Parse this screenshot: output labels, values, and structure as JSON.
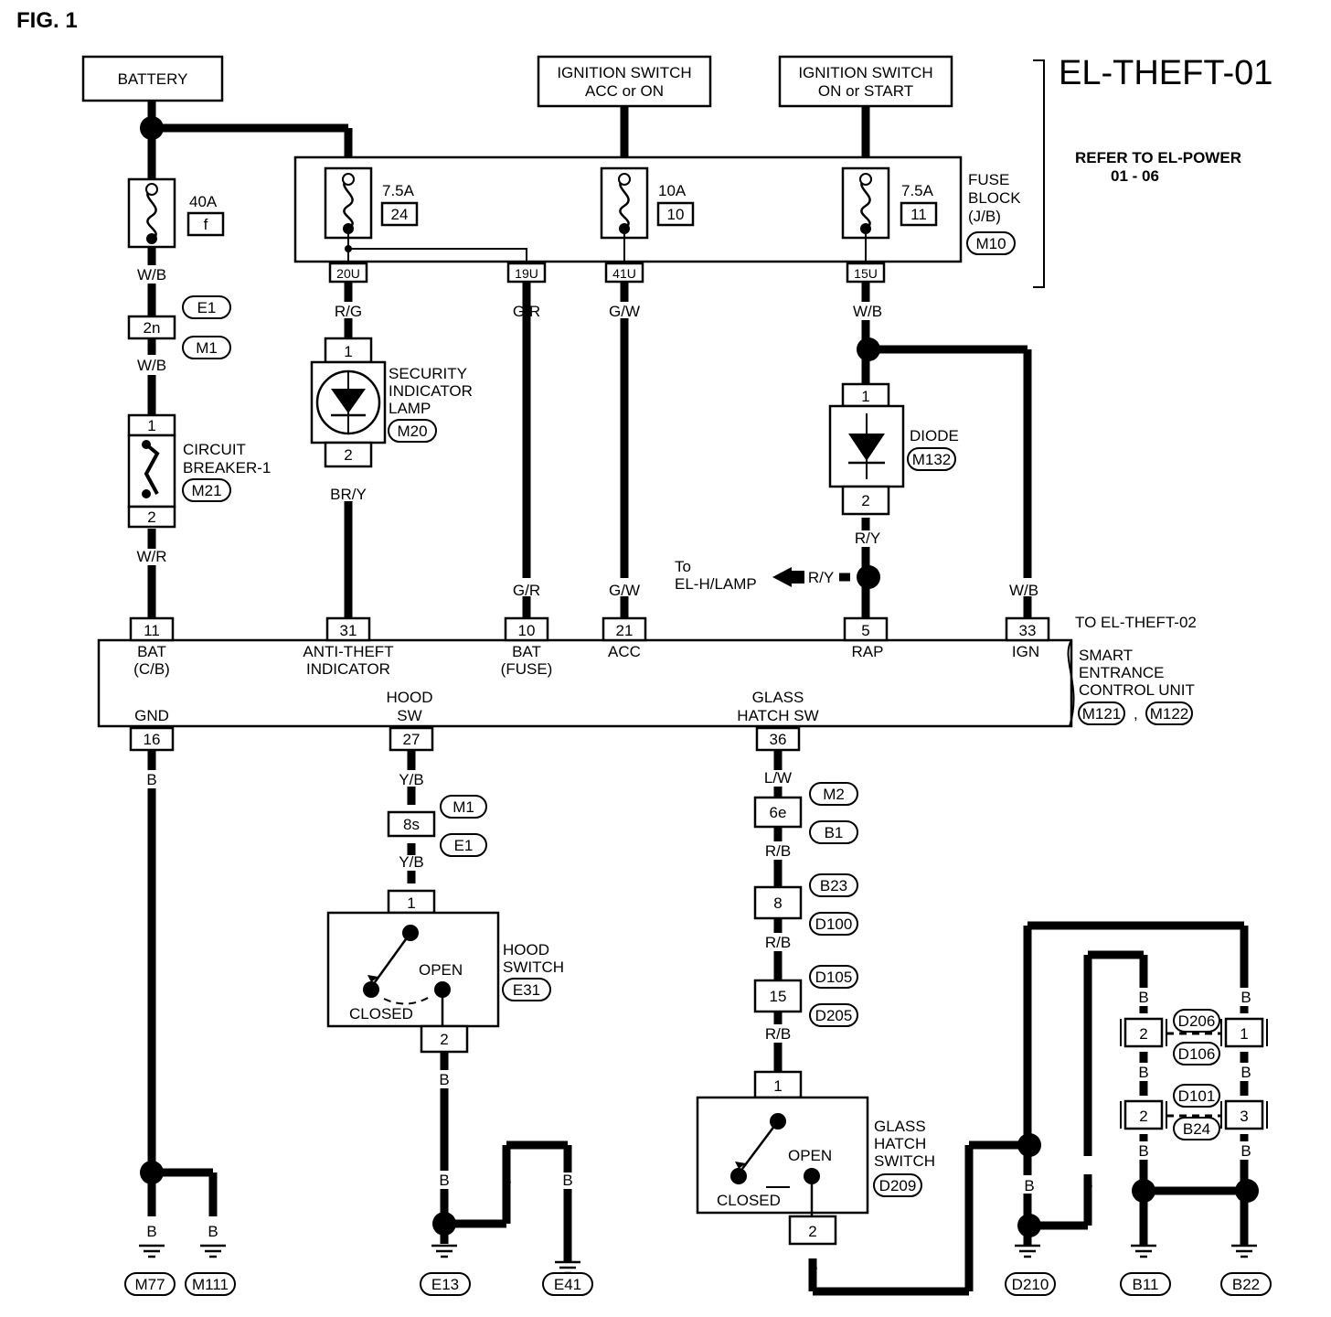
{
  "figure": "FIG. 1",
  "diagram_id": "EL-THEFT-01",
  "refer": {
    "line1": "REFER TO EL-POWER",
    "line2": "01 - 06"
  },
  "sources": {
    "battery": "BATTERY",
    "ign_acc_1": "IGNITION SWITCH",
    "ign_acc_2": "ACC or ON",
    "ign_on_1": "IGNITION SWITCH",
    "ign_on_2": "ON or START"
  },
  "fuse_block": {
    "line1": "FUSE",
    "line2": "BLOCK",
    "line3": "(J/B)",
    "conn": "M10"
  },
  "fuses": {
    "f40": {
      "amp": "40A",
      "id": "f"
    },
    "f24": {
      "amp": "7.5A",
      "id": "24"
    },
    "f10": {
      "amp": "10A",
      "id": "10"
    },
    "f11": {
      "amp": "7.5A",
      "id": "11"
    }
  },
  "jb_pins": [
    "20U",
    "19U",
    "41U",
    "15U"
  ],
  "wires": {
    "wb1": "W/B",
    "wb2": "W/B",
    "wr": "W/R",
    "rg": "R/G",
    "bry": "BR/Y",
    "gr1": "G/R",
    "gr2": "G/R",
    "gw1": "G/W",
    "gw2": "G/W",
    "wb3": "W/B",
    "ry1": "R/Y",
    "ry2": "R/Y",
    "wb4": "W/B",
    "b_gnd": "B",
    "yb1": "Y/B",
    "yb2": "Y/B",
    "lw": "L/W",
    "rb1": "R/B",
    "rb2": "R/B",
    "rb3": "R/B",
    "b": "B"
  },
  "connectors": {
    "c2n": "2n",
    "e1": "E1",
    "m1": "M1",
    "c8s": "8s",
    "m1b": "M1",
    "e1b": "E1",
    "c6e": "6e",
    "m2": "M2",
    "b1": "B1",
    "c8": "8",
    "b23": "B23",
    "d100": "D100",
    "c15": "15",
    "d105": "D105",
    "d205": "D205",
    "d206": "D206",
    "d106": "D106",
    "d101": "D101",
    "b24": "B24"
  },
  "components": {
    "cb": {
      "line1": "CIRCUIT",
      "line2": "BREAKER-1",
      "conn": "M21",
      "pin1": "1",
      "pin2": "2"
    },
    "lamp": {
      "line1": "SECURITY",
      "line2": "INDICATOR",
      "line3": "LAMP",
      "conn": "M20",
      "pin1": "1",
      "pin2": "2"
    },
    "diode": {
      "name": "DIODE",
      "conn": "M132",
      "pin1": "1",
      "pin2": "2"
    },
    "hood": {
      "line1": "HOOD",
      "line2": "SWITCH",
      "conn": "E31",
      "open": "OPEN",
      "closed": "CLOSED",
      "pin1": "1",
      "pin2": "2"
    },
    "glass": {
      "line1": "GLASS",
      "line2": "HATCH",
      "line3": "SWITCH",
      "conn": "D209",
      "open": "OPEN",
      "closed": "CLOSED",
      "pin1": "1",
      "pin2": "2"
    }
  },
  "to_hlamp": {
    "line1": "To",
    "line2": "EL-H/LAMP"
  },
  "to_theft02": "TO EL-THEFT-02",
  "scu": {
    "line1": "SMART",
    "line2": "ENTRANCE",
    "line3": "CONTROL UNIT",
    "conn1": "M121",
    "sep": ",",
    "conn2": "M122",
    "pins_top": [
      "11",
      "31",
      "10",
      "21",
      "5",
      "33"
    ],
    "pins_bottom": [
      "16",
      "27",
      "36"
    ],
    "t_bat1": "BAT",
    "t_bat2": "(C/B)",
    "t_anti1": "ANTI-THEFT",
    "t_anti2": "INDICATOR",
    "t_batf1": "BAT",
    "t_batf2": "(FUSE)",
    "t_acc": "ACC",
    "t_rap": "RAP",
    "t_ign": "IGN",
    "b_gnd": "GND",
    "b_hood1": "HOOD",
    "b_hood2": "SW",
    "b_glass1": "GLASS",
    "b_glass2": "HATCH SW"
  },
  "right_pins": {
    "p2a": "2",
    "p1": "1",
    "p2b": "2",
    "p3": "3"
  },
  "grounds": [
    "M77",
    "M111",
    "E13",
    "E41",
    "D210",
    "B11",
    "B22"
  ]
}
